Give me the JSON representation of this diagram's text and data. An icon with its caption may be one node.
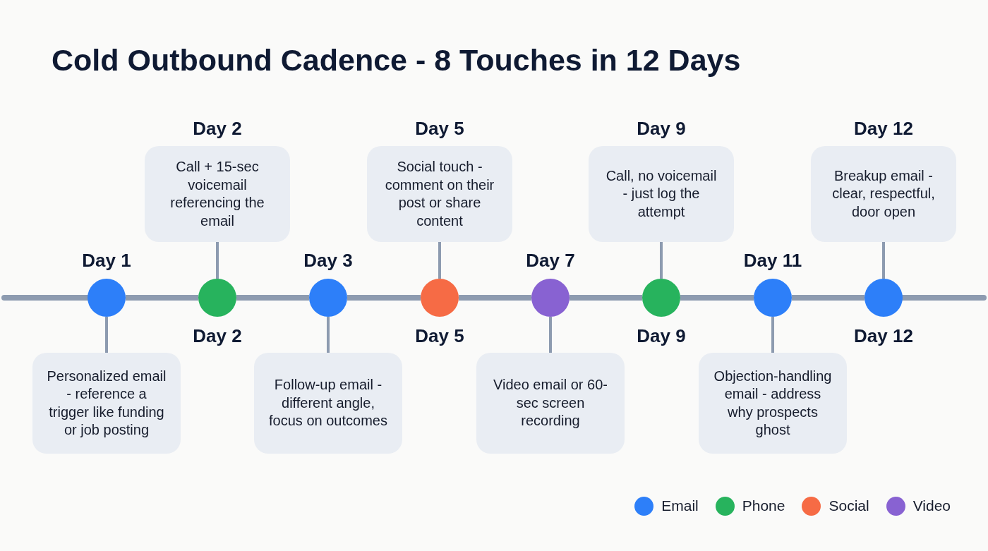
{
  "diagram": {
    "title": "Cold Outbound Cadence - 8 Touches in 12 Days",
    "nodes": [
      {
        "text": [],
        "shape": "circle",
        "beside": [
          "Day 1"
        ]
      },
      {
        "text": [],
        "shape": "circle",
        "beside": [
          "Day 2"
        ]
      },
      {
        "text": [],
        "shape": "circle",
        "beside": [
          "Day 3"
        ]
      },
      {
        "text": [],
        "shape": "circle",
        "beside": [
          "Day 5"
        ]
      },
      {
        "text": [],
        "shape": "circle",
        "beside": [
          "Day 7"
        ]
      },
      {
        "text": [],
        "shape": "circle",
        "beside": [
          "Day 9"
        ]
      },
      {
        "text": [],
        "shape": "circle",
        "beside": [
          "Day 11"
        ]
      },
      {
        "text": [],
        "shape": "circle",
        "beside": [
          "Day 12"
        ]
      },
      {
        "text": [
          "Personalized email - reference a trigger like funding or job posting"
        ]
      },
      {
        "text": [
          "Day 2",
          "Call + 15-sec voicemail referencing the email"
        ]
      },
      {
        "text": [
          "Follow-up email - different angle, focus on outcomes"
        ]
      },
      {
        "text": [
          "Day 5",
          "Social touch - comment on their post or share content"
        ]
      },
      {
        "text": [
          "Video email or 60-sec screen recording"
        ]
      },
      {
        "text": [
          "Day 9",
          "Call, no voicemail - just log the attempt"
        ]
      },
      {
        "text": [
          "Objection-handling email - address why prospects ghost"
        ]
      },
      {
        "text": [
          "Day 12",
          "Breakup email - clear, respectful, door open"
        ]
      }
    ],
    "edges": [
      {
        "from": null,
        "to": 0,
        "arrow": "none"
      },
      {
        "from": 0,
        "to": 1,
        "arrow": "none"
      },
      {
        "from": 1,
        "to": 2,
        "arrow": "none"
      },
      {
        "from": 2,
        "to": 3,
        "arrow": "none"
      },
      {
        "from": 3,
        "to": 4,
        "arrow": "none"
      },
      {
        "from": 4,
        "to": 5,
        "arrow": "none"
      },
      {
        "from": 5,
        "to": 6,
        "arrow": "none"
      },
      {
        "from": 6,
        "to": 7,
        "arrow": "none"
      },
      {
        "from": 7,
        "to": null,
        "arrow": "none"
      },
      {
        "from": 0,
        "to": 8,
        "arrow": "none"
      },
      {
        "from": 1,
        "to": 9,
        "arrow": "none"
      },
      {
        "from": 2,
        "to": 10,
        "arrow": "none"
      },
      {
        "from": 3,
        "to": 11,
        "arrow": "none"
      },
      {
        "from": 4,
        "to": 12,
        "arrow": "none"
      },
      {
        "from": 5,
        "to": 13,
        "arrow": "none"
      },
      {
        "from": 6,
        "to": 14,
        "arrow": "none"
      },
      {
        "from": 7,
        "to": 15,
        "arrow": "none"
      }
    ],
    "legend": [
      {
        "text": "Email",
        "color": "#2d7ff9"
      },
      {
        "text": "Phone",
        "color": "#27b35d"
      },
      {
        "text": "Social",
        "color": "#f66b45"
      },
      {
        "text": "Video",
        "color": "#8862d2"
      }
    ]
  }
}
